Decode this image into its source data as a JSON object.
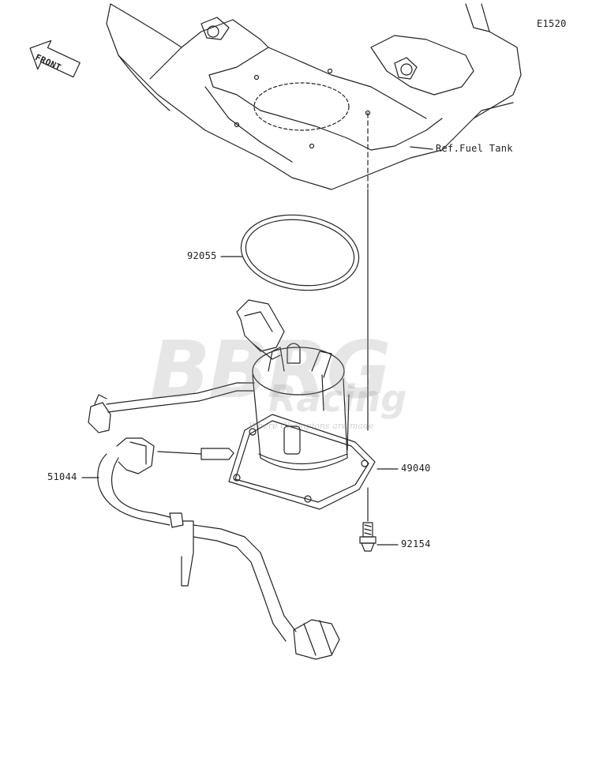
{
  "diagram_code": "E1520",
  "front_label": "FRONT",
  "ref_label": "Ref.Fuel Tank",
  "parts": {
    "o_ring": "92055",
    "fuel_pump": "49040",
    "fuel_hose": "51044",
    "bolt": "92154"
  },
  "watermark": {
    "line1": "BBRG",
    "line2": "Racing",
    "tagline": "Where Champions are made"
  },
  "colors": {
    "line": "#222222",
    "watermark": "#8c8c8c"
  }
}
